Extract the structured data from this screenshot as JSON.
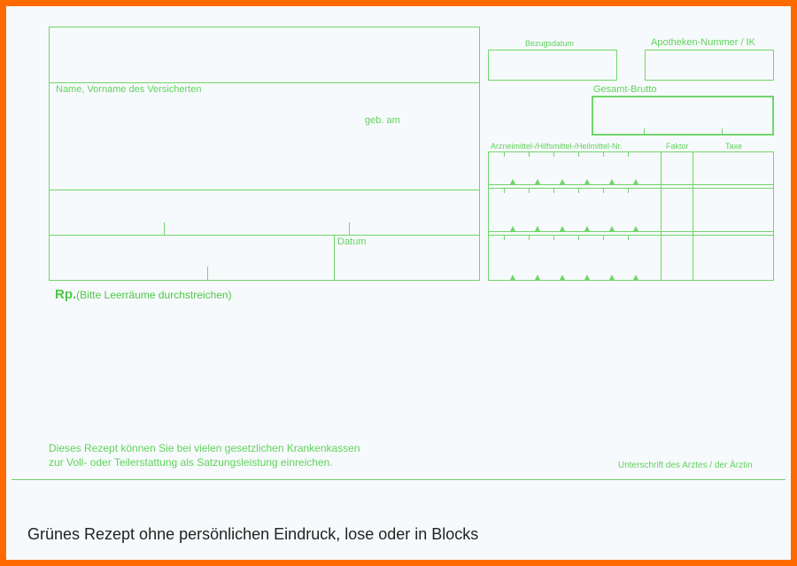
{
  "form": {
    "bezugsdatum": "Bezugsdatum",
    "apotheken_nummer": "Apotheken-Nummer / IK",
    "name_label": "Name, Vorname des Versicherten",
    "geb_am": "geb. am",
    "gesamt_brutto": "Gesamt-Brutto",
    "arzneimittel": "Arzneimittel-/Hilfsmittel-/Heilmittel-Nr.",
    "faktor": "Faktor",
    "taxe": "Taxe",
    "datum": "Datum",
    "rp": "Rp.",
    "rp_hint": "(Bitte Leerräume durchstreichen)",
    "note_line1": "Dieses Rezept können Sie bei vielen gesetzlichen Krankenkassen",
    "note_line2": "zur Voll- oder Teilerstattung als Satzungsleistung einreichen.",
    "unterschrift": "Unterschrift des Arztes / der Ärztin"
  },
  "caption": "Grünes Rezept ohne persönlichen Eindruck, lose oder in Blocks",
  "colors": {
    "frame": "#ff6a00",
    "paper": "#f7fafc",
    "form_green": "#5fd35a",
    "caption_text": "#222222"
  }
}
